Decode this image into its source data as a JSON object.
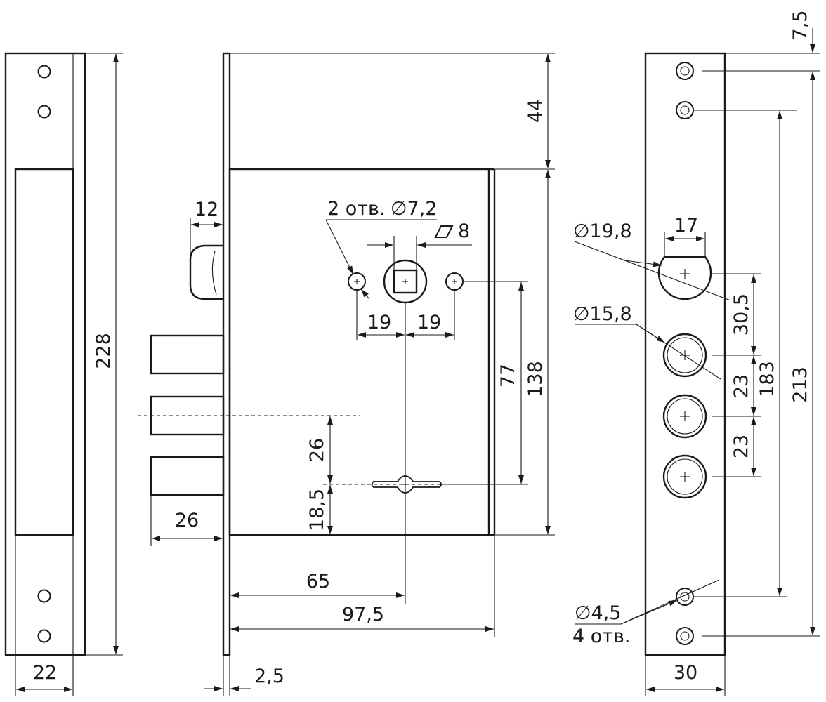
{
  "dimensions": {
    "strike_height": "228",
    "strike_width": "22",
    "backset_top": "44",
    "latch_offset": "12",
    "holes_note": "2 отв.",
    "holes_dia": "∅7,2",
    "spindle_square": "8",
    "hole_spacing_left": "19",
    "hole_spacing_right": "19",
    "keyhole_to_spindle": "77",
    "body_height": "138",
    "bolt_spacing": "26",
    "keyhole_offset": "18,5",
    "bolt_throw": "26",
    "backset": "65",
    "body_depth": "97,5",
    "faceplate_thickness": "2,5",
    "cyl_top_dia": "∅19,8",
    "cyl_top_width": "17",
    "cyl_spacing_1": "30,5",
    "cyl_dia": "∅15,8",
    "cyl_spacing_2": "23",
    "cyl_spacing_3": "23",
    "inner_fixings": "183",
    "outer_fixings": "213",
    "top_offset": "7,5",
    "screw_dia": "∅4,5",
    "screw_count": "4 отв.",
    "faceplate_width": "30"
  }
}
